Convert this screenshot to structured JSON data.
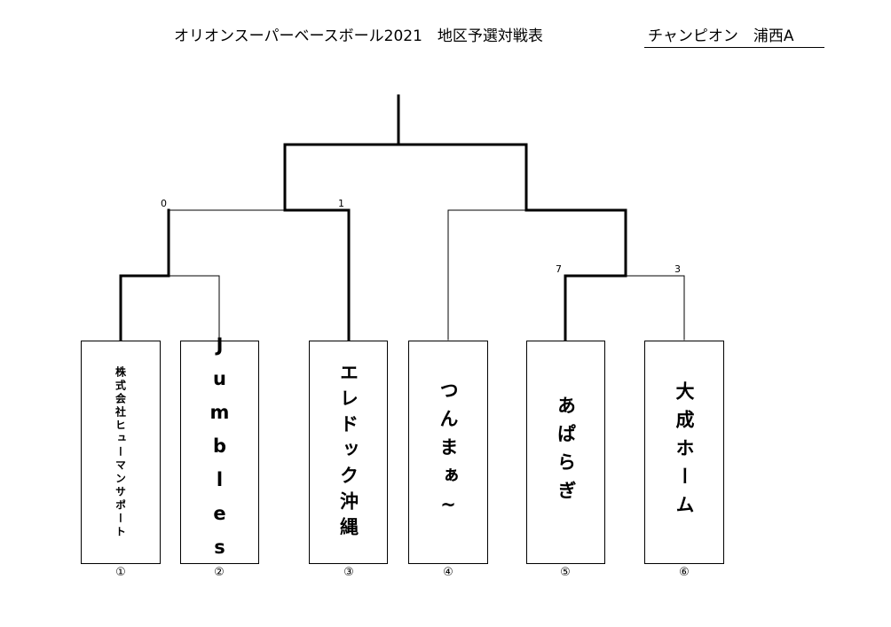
{
  "header": {
    "title": "オリオンスーパーベースボール2021　地区予選対戦表",
    "champion": "チャンピオン　浦西A"
  },
  "teams": [
    {
      "name": "株式会社ヒューマンサポート",
      "number": "①"
    },
    {
      "name": "Jumbles",
      "number": "②"
    },
    {
      "name": "エレドック沖縄",
      "number": "③"
    },
    {
      "name": "つんまぁ~",
      "number": "④"
    },
    {
      "name": "あぱらぎ",
      "number": "⑤"
    },
    {
      "name": "大成ホーム",
      "number": "⑥"
    }
  ],
  "scores": {
    "semi_left": {
      "left": "0",
      "right": "1"
    },
    "quarter_right": {
      "left": "7",
      "right": "3"
    }
  }
}
